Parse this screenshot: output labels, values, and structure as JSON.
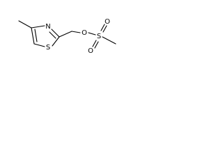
{
  "diagram": {
    "type": "skeletal-structure",
    "colors": {
      "bond": "#000000",
      "atom_label": "#000000",
      "background": "#ffffff"
    },
    "atoms": {
      "n": "N",
      "s_ring": "S",
      "o_ether": "O",
      "s_sulfonyl": "S",
      "o_top": "O",
      "o_bottom": "O"
    }
  }
}
